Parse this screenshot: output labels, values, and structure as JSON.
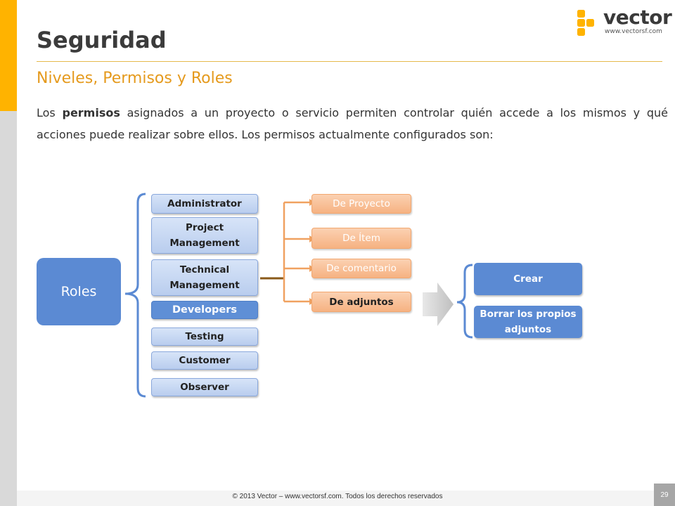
{
  "slide": {
    "title": "Seguridad",
    "subtitle": "Niveles, Permisos y Roles",
    "paragraph": {
      "part1": "Los ",
      "bold": "permisos",
      "part2": " asignados a un proyecto o servicio permiten controlar quién accede a los mismos y qué acciones puede realizar sobre ellos. Los permisos actualmente configurados son:"
    },
    "page_number": "29",
    "footer": "© 2013 Vector – www.vectorsf.com. Todos los derechos reservados"
  },
  "logo": {
    "name": "vector",
    "url": "www.vectorsf.com",
    "color": "#FFB300"
  },
  "diagram": {
    "root": "Roles",
    "roles": [
      "Administrator",
      "Project Management",
      "Technical Management",
      "Developers",
      "Testing",
      "Customer",
      "Observer"
    ],
    "permissions": [
      "De Proyecto",
      "De Ítem",
      "De comentario",
      "De adjuntos"
    ],
    "actions": [
      "Crear",
      "Borrar los propios adjuntos"
    ]
  },
  "colors": {
    "accent": "#FFB300",
    "subtitle": "#e59a1d",
    "blue": "#5b8ad3",
    "orange": "#f6b282"
  }
}
